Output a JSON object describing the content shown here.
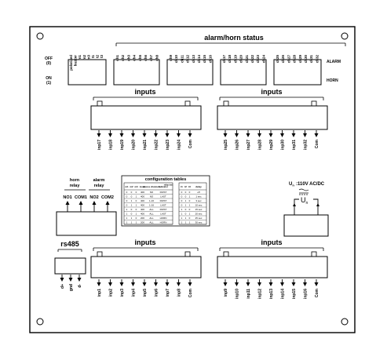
{
  "top": {
    "title": "alarm/horn status",
    "left_labels": [
      "polarized",
      "buzzer",
      "m1",
      "m2",
      "m3",
      "t1",
      "t2",
      "t3"
    ],
    "off_label": "OFF",
    "off_sub": "(0)",
    "on_label": "ON",
    "on_sub": "(1)",
    "alarm_label": "ALARM",
    "horn_label": "HORN",
    "groups": [
      [
        "ch1",
        "ch2",
        "ch3",
        "ch4",
        "ch5",
        "ch6",
        "ch7",
        "ch8"
      ],
      [
        "ch9",
        "ch10",
        "ch11",
        "ch12",
        "ch13",
        "ch14",
        "ch15",
        "ch16"
      ],
      [
        "ch17",
        "ch18",
        "ch19",
        "ch20",
        "ch21",
        "ch22",
        "ch23",
        "ch24"
      ],
      [
        "ch25",
        "ch26",
        "ch27",
        "ch28",
        "ch29",
        "ch30",
        "ch31",
        "ch32"
      ]
    ]
  },
  "inputs_label": "inputs",
  "upper_left_inputs": [
    "inp17",
    "inp18",
    "inp19",
    "inp20",
    "inp21",
    "inp22",
    "inp23",
    "inp24",
    "Com"
  ],
  "upper_right_inputs": [
    "inp25",
    "inp26",
    "inp27",
    "inp28",
    "inp29",
    "inp30",
    "inp31",
    "inp32",
    "Com"
  ],
  "lower_left_inputs": [
    "inp1",
    "inp2",
    "inp3",
    "inp4",
    "inp5",
    "inp6",
    "inp7",
    "inp8",
    "Com"
  ],
  "lower_right_inputs": [
    "inp9",
    "inp10",
    "inp11",
    "inp12",
    "inp13",
    "inp14",
    "inp15",
    "inp16",
    "Com"
  ],
  "relay": {
    "horn_title": "horn",
    "horn_sub": "relay",
    "alarm_title": "alarm",
    "alarm_sub": "relay",
    "terminals": [
      "NO1",
      "COM1",
      "NO2",
      "COM2"
    ]
  },
  "rs485": {
    "title": "rs485",
    "terminals": [
      "d+",
      "gnd",
      "d-"
    ]
  },
  "power": {
    "un_label": "U",
    "un_sub": "n",
    "voltage": ":110V AC/DC",
    "symbol": "U",
    "symbol_sub": "n"
  },
  "config": {
    "title": "configuration tables",
    "left_headers": [
      "m1",
      "m2",
      "m3",
      "mode",
      "access channels",
      "indicator",
      "relay test"
    ],
    "left_rows": [
      [
        "0",
        "0",
        "0",
        "400",
        "NO",
        "FIRST"
      ],
      [
        "0",
        "0",
        "1",
        "400",
        "NO",
        "LAST"
      ],
      [
        "0",
        "1",
        "0",
        "400",
        "1-16",
        "FIRST"
      ],
      [
        "0",
        "1",
        "1",
        "400",
        "1-16",
        "LAST"
      ],
      [
        "1",
        "0",
        "0",
        "400",
        "ALL",
        "FIRST"
      ],
      [
        "1",
        "0",
        "1",
        "400",
        "ALL",
        "LAST"
      ],
      [
        "1",
        "1",
        "0",
        "200",
        "ALL",
        "HORN"
      ],
      [
        "1",
        "1",
        "1",
        "200",
        "ALL",
        "HORN"
      ]
    ],
    "right_headers": [
      "t1",
      "t2",
      "t3",
      "delay"
    ],
    "right_rows": [
      [
        "0",
        "0",
        "0",
        "off"
      ],
      [
        "0",
        "0",
        "1",
        "1 sec"
      ],
      [
        "0",
        "1",
        "0",
        "3 sec"
      ],
      [
        "0",
        "1",
        "1",
        "10 sec"
      ],
      [
        "1",
        "0",
        "0",
        "15 sec"
      ],
      [
        "1",
        "0",
        "1",
        "20 sec"
      ],
      [
        "1",
        "1",
        "0",
        "25 sec"
      ],
      [
        "1",
        "1",
        "1",
        "30 sec"
      ]
    ]
  }
}
